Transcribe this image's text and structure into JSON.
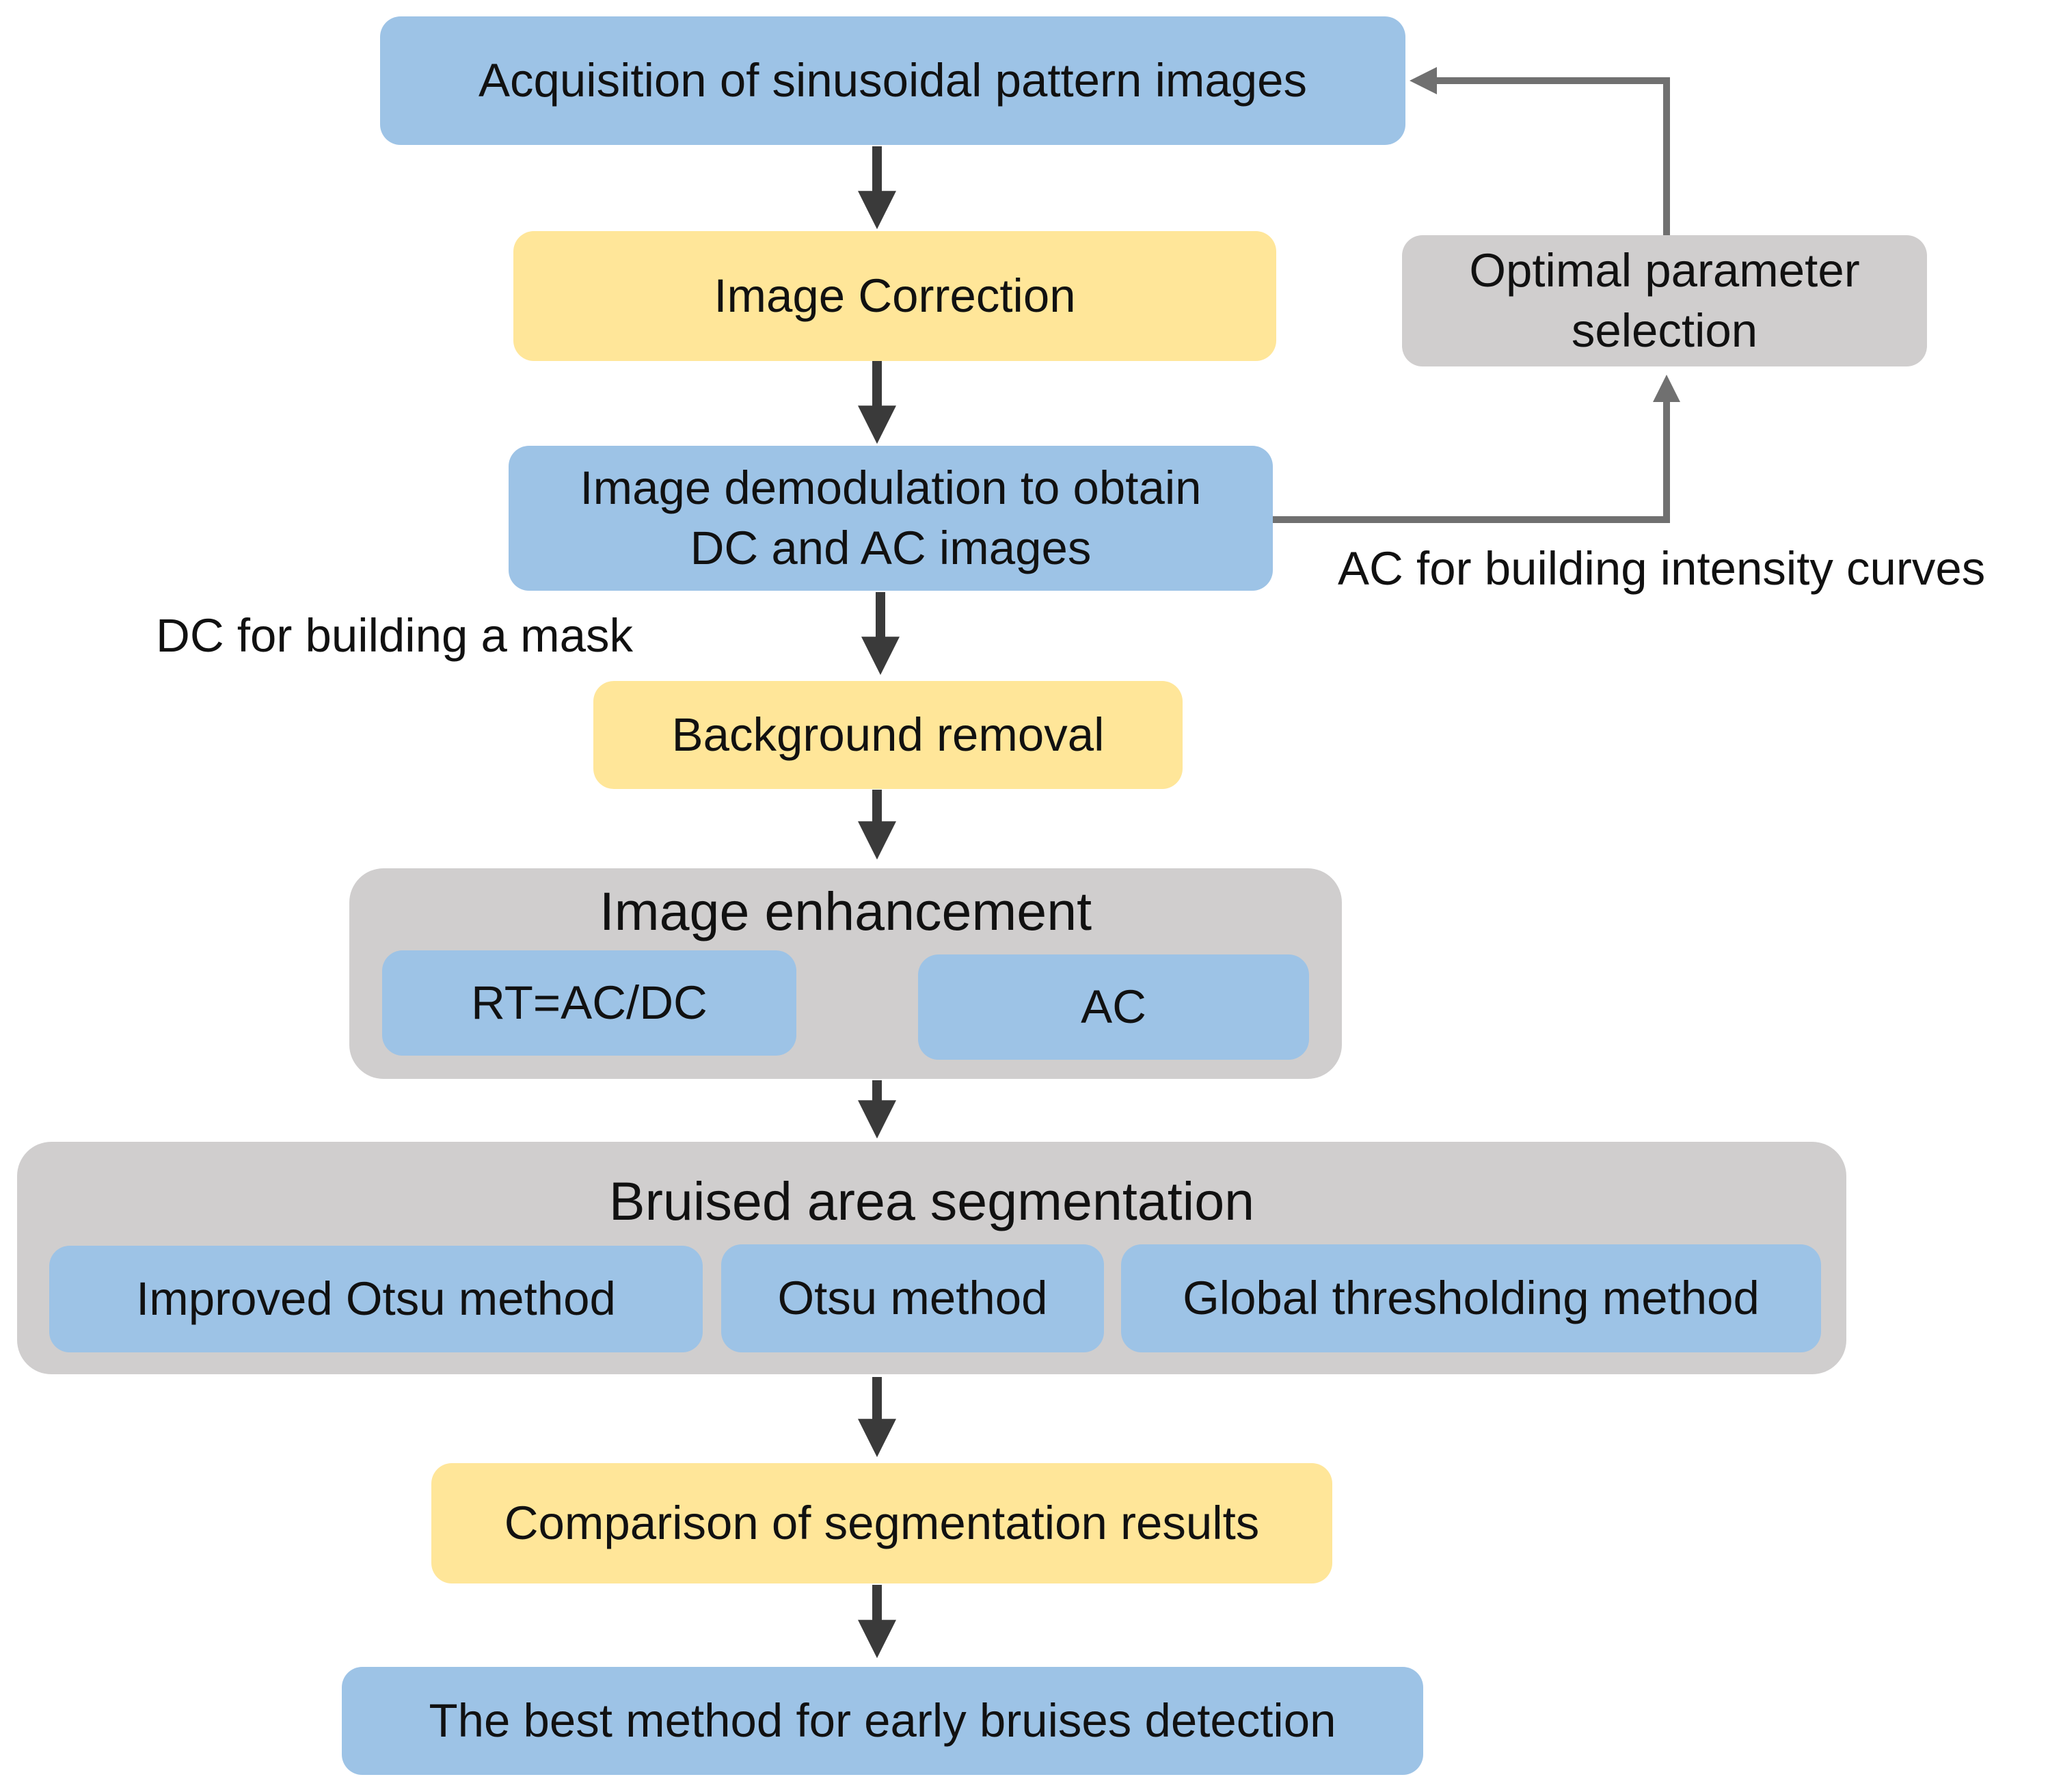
{
  "nodes": {
    "acquisition": "Acquisition of  sinusoidal pattern images",
    "image_correction": "Image Correction",
    "demodulation": "Image demodulation to obtain\nDC and AC images",
    "background_removal": "Background removal",
    "optimal_parameter": "Optimal parameter\nselection",
    "comparison": "Comparison of segmentation results",
    "best_method": "The best  method for early bruises detection"
  },
  "enhancement": {
    "title": "Image enhancement",
    "items": [
      "RT=AC/DC",
      "AC"
    ]
  },
  "segmentation": {
    "title": "Bruised area segmentation",
    "items": [
      "Improved Otsu method",
      "Otsu method",
      "Global thresholding method"
    ]
  },
  "edge_labels": {
    "dc_mask": "DC for building a mask",
    "ac_curves": "AC for building intensity curves"
  },
  "colors": {
    "blue": "#9dc3e6",
    "yellow": "#ffe699",
    "gray": "#d0cece",
    "arrow_dark": "#3a3a3a",
    "arrow_gray": "#707070"
  }
}
